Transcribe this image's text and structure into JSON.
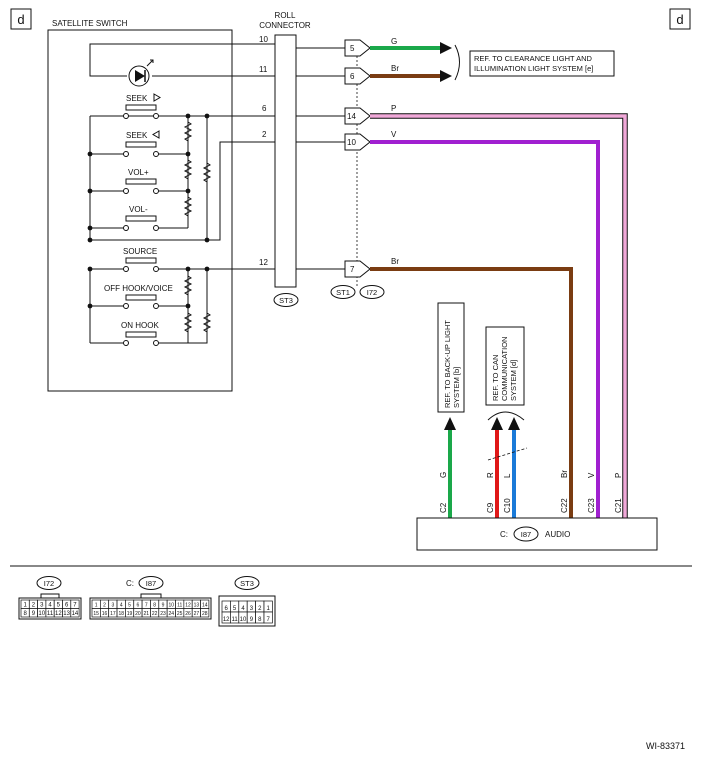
{
  "page_marks": {
    "left": "d",
    "right": "d"
  },
  "satellite_switch": {
    "title": "SATELLITE SWITCH",
    "buttons": [
      "SEEK",
      "SEEK",
      "VOL+",
      "VOL-",
      "SOURCE",
      "OFF HOOK/VOICE",
      "ON HOOK"
    ],
    "seek_up_icon": "triangle-right-icon",
    "seek_down_icon": "triangle-left-icon",
    "lamp_icon": "led-icon"
  },
  "roll_connector": {
    "title": [
      "ROLL",
      "CONNECTOR"
    ],
    "id": "ST3"
  },
  "roll_pins": [
    "10",
    "11",
    "6",
    "2",
    "12"
  ],
  "terminal_pins": [
    "5",
    "6",
    "14",
    "10",
    "7"
  ],
  "wire_colors": [
    "G",
    "Br",
    "P",
    "V",
    "Br"
  ],
  "connector_labels": [
    "ST1",
    "I72"
  ],
  "ref_clearance": [
    "REF. TO CLEARANCE LIGHT AND",
    "ILLUMINATION LIGHT SYSTEM  [e]"
  ],
  "ref_backup": [
    "REF. TO BACK-UP LIGHT",
    "SYSTEM [b]"
  ],
  "ref_can": [
    "REF. TO CAN",
    "COMMUNICATION",
    "SYSTEM [d]"
  ],
  "audio_wires": {
    "colors": [
      "G",
      "R",
      "L",
      "Br",
      "V",
      "P"
    ],
    "pins": [
      "C2",
      "C9",
      "C10",
      "C22",
      "C23",
      "C21"
    ]
  },
  "audio_unit": {
    "prefix": "C:",
    "connector": "I87",
    "name": "AUDIO"
  },
  "legend": {
    "i72": {
      "name": "I72",
      "row1": [
        "1",
        "2",
        "3",
        "4",
        "5",
        "6",
        "7"
      ],
      "row2": [
        "8",
        "9",
        "10",
        "11",
        "12",
        "13",
        "14"
      ]
    },
    "i87": {
      "prefix": "C:",
      "name": "I87",
      "row1": [
        "1",
        "2",
        "3",
        "4",
        "5",
        "6",
        "7",
        "8",
        "9",
        "10",
        "11",
        "12",
        "13",
        "14"
      ],
      "row2": [
        "15",
        "16",
        "17",
        "18",
        "19",
        "20",
        "21",
        "22",
        "23",
        "24",
        "25",
        "26",
        "27",
        "28"
      ]
    },
    "st3": {
      "name": "ST3",
      "row1": [
        "6",
        "5",
        "4",
        "3",
        "2",
        "1"
      ],
      "row2": [
        "12",
        "11",
        "10",
        "9",
        "8",
        "7"
      ]
    }
  },
  "figure_id": "WI-83371",
  "colors": {
    "green": "#1aa84a",
    "brown": "#7a3c12",
    "pink": "#f0a8d8",
    "violet": "#a020d0",
    "red": "#e01818",
    "blue": "#1a7ad8"
  }
}
